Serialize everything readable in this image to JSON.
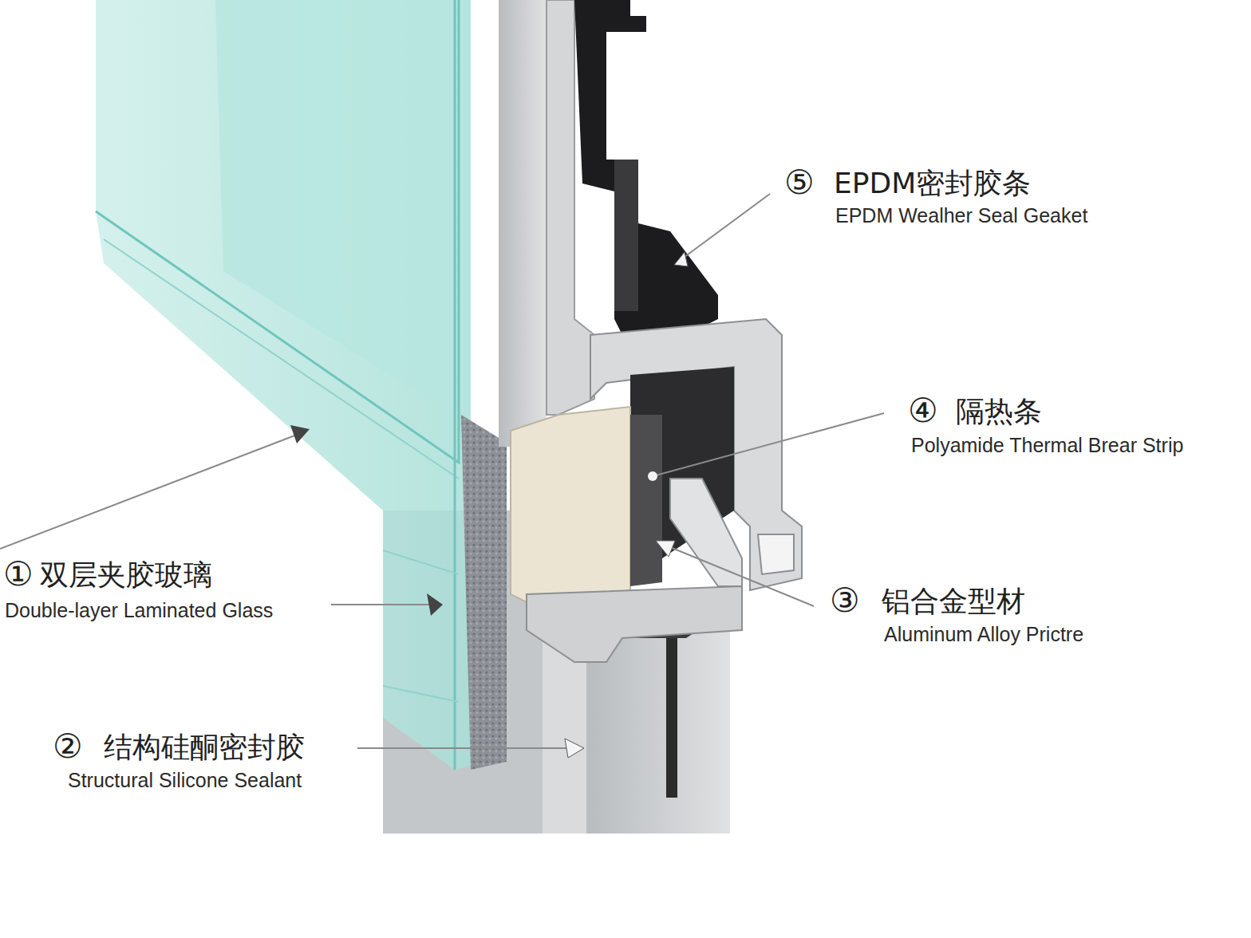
{
  "diagram": {
    "labels": [
      "⑤",
      "EPDM密封胶条",
      "EPDM Wealher Seal Geaket",
      "④",
      "隔热条",
      "Polyamide Thermal Brear Strip",
      "①",
      "双层夹胶玻璃",
      "Double-layer Laminated Glass",
      "③",
      "铝合金型材",
      "Aluminum Alloy Prictre",
      "②",
      "结构硅酮密封胶",
      "Structural Silicone Sealant"
    ]
  }
}
